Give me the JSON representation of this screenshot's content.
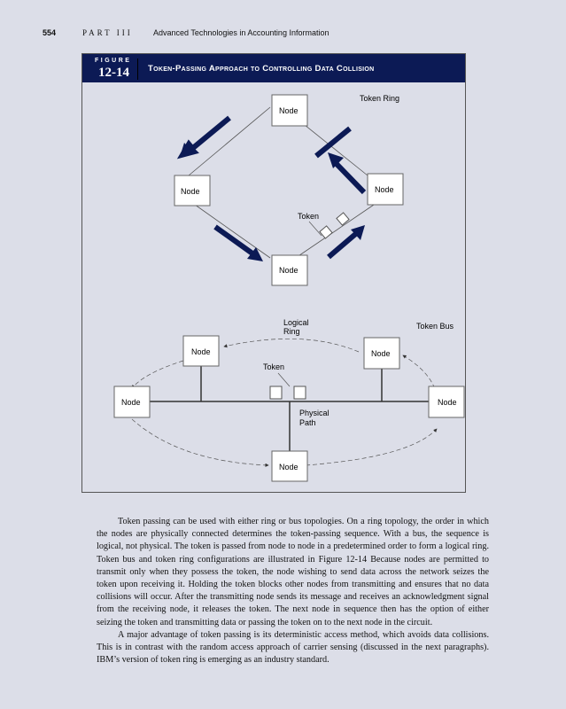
{
  "header": {
    "page_number": "554",
    "part": "PART III",
    "title": "Advanced Technologies in Accounting Information"
  },
  "figure": {
    "label": "FIGURE",
    "number": "12-14",
    "title": "Token-Passing Approach to Controlling Data Collision",
    "ring": {
      "title": "Token Ring",
      "node_label": "Node",
      "token_label": "Token"
    },
    "bus": {
      "title": "Token Bus",
      "node_label": "Node",
      "token_label": "Token",
      "logical_label_1": "Logical",
      "logical_label_2": "Ring",
      "physical_label_1": "Physical",
      "physical_label_2": "Path"
    }
  },
  "body": {
    "paragraphs": [
      "Token passing can be used with either ring or bus topologies. On a ring topology, the order in which the nodes are physically connected determines the token-passing sequence. With a bus, the sequence is logical, not physical. The token is passed from node to node in a predetermined order to form a logical ring. Token bus and token ring configurations are illustrated in Figure 12-14 Because nodes are permitted to transmit only when they possess the token, the node wishing to send data across the network seizes the token upon receiving it. Holding the token blocks other nodes from transmitting and ensures that no data collisions will occur. After the transmitting node sends its message and receives an acknowledgment signal from the receiving node, it releases the token. The next node in sequence then has the option of either seizing the token and transmitting data or passing the token on to the next node in the circuit.",
      "A major advantage of token passing is its deterministic access method, which avoids data collisions. This is in contrast with the random access approach of carrier sensing (discussed in the next paragraphs). IBM’s version of token ring is emerging as an industry standard."
    ]
  }
}
